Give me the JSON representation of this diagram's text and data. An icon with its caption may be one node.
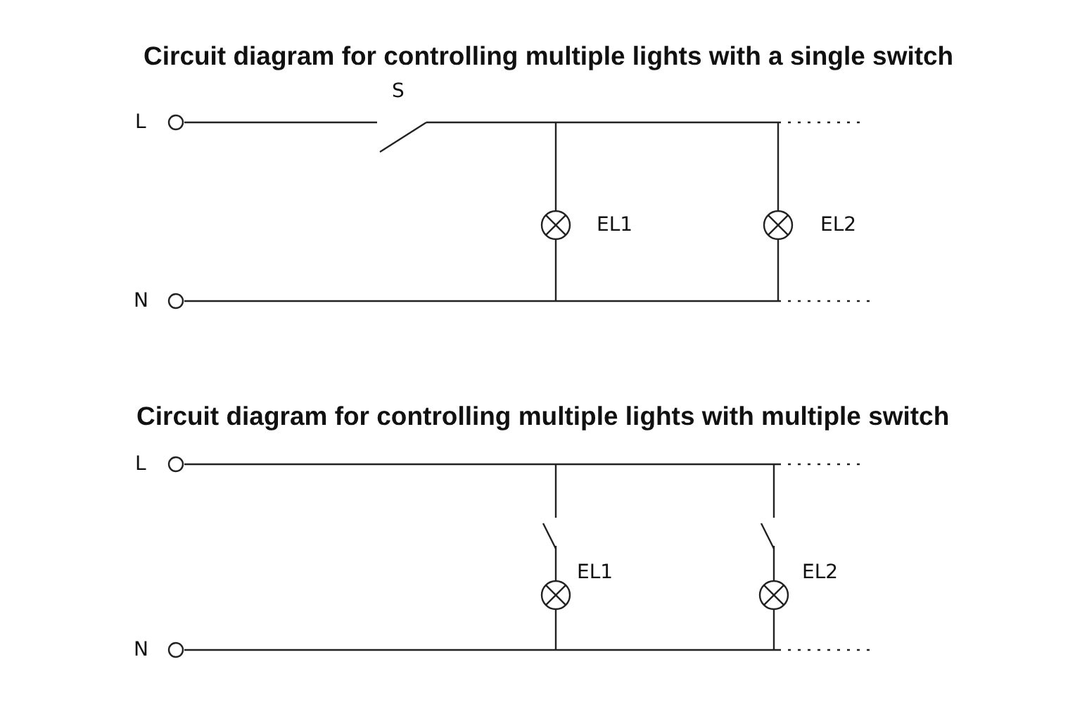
{
  "diagram": {
    "labels": [
      "Circuit diagram for controlling multiple lights with a single switch",
      "S",
      "L",
      "EL1",
      "EL2",
      "N",
      "Circuit diagram for controlling multiple lights with multiple switch",
      "L",
      "EL1",
      "EL2",
      "N"
    ]
  }
}
